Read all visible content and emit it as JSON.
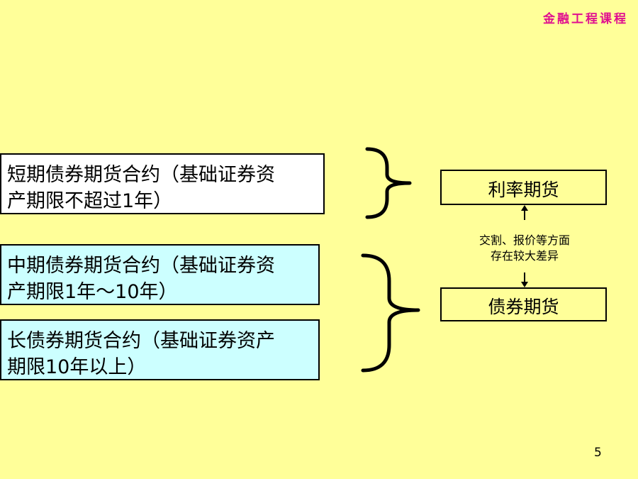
{
  "header": {
    "course_title": "金融工程课程"
  },
  "boxes": {
    "short_term": {
      "line1": "短期债券期货合约（基础证券资",
      "line2": "产期限不超过1年）"
    },
    "mid_term": {
      "line1": "中期债券期货合约（基础证券资",
      "line2": "产期限1年～10年）"
    },
    "long_term": {
      "line1": "长债券期货合约（基础证券资产",
      "line2": "期限10年以上）"
    }
  },
  "results": {
    "interest_rate_futures": "利率期货",
    "bond_futures": "债券期货"
  },
  "note": {
    "line1": "交割、报价等方面",
    "line2": "存在较大差异"
  },
  "footer": {
    "page_number": "5"
  }
}
